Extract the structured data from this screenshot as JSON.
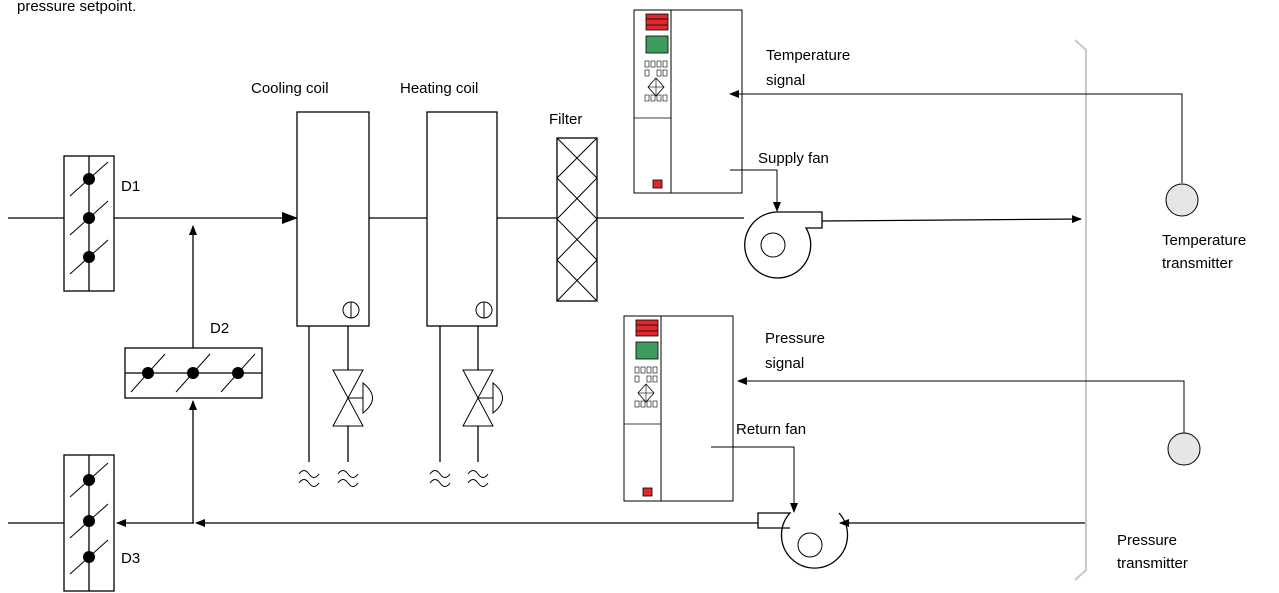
{
  "top_caption": "pressure setpoint.",
  "labels": {
    "cooling_coil": "Cooling coil",
    "heating_coil": "Heating coil",
    "filter": "Filter",
    "d1": "D1",
    "d2": "D2",
    "d3": "D3",
    "supply_fan": "Supply fan",
    "return_fan": "Return fan",
    "temp_signal_1": "Temperature",
    "temp_signal_2": "signal",
    "pressure_signal_1": "Pressure",
    "pressure_signal_2": "signal",
    "temp_transmitter_1": "Temperature",
    "temp_transmitter_2": "transmitter",
    "pressure_transmitter_1": "Pressure",
    "pressure_transmitter_2": "transmitter"
  },
  "colors": {
    "drive_body": "#5b3a78",
    "drive_panel": "#d3d3d3",
    "drive_display": "#3e9d5e",
    "drive_indicator": "#e0282e",
    "damper_fill": "#e6e6e6",
    "duct_wall": "#c8c8c8"
  }
}
